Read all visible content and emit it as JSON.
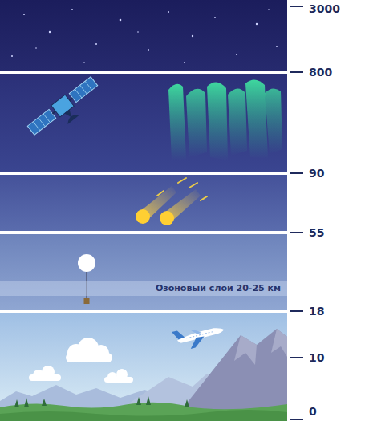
{
  "diagram": {
    "nodes": [
      {
        "text": [
          "Озоновый слой 20-25 км"
        ]
      }
    ],
    "labels": [
      "3000",
      "800",
      "90",
      "55",
      "18",
      "10",
      "0"
    ]
  }
}
